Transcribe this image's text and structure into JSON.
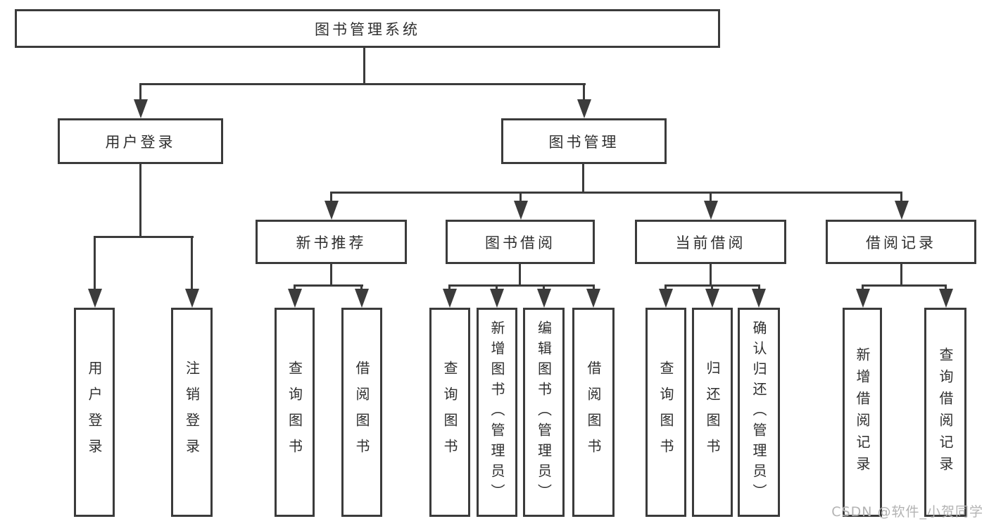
{
  "diagram": {
    "root": "图书管理系统",
    "level2": [
      {
        "label": "用户登录"
      },
      {
        "label": "图书管理"
      }
    ],
    "level3": [
      {
        "label": "新书推荐"
      },
      {
        "label": "图书借阅"
      },
      {
        "label": "当前借阅"
      },
      {
        "label": "借阅记录"
      }
    ],
    "leaves": {
      "userLogin": [
        {
          "label": "用户登录"
        },
        {
          "label": "注销登录"
        }
      ],
      "newBook": [
        {
          "label": "查询图书"
        },
        {
          "label": "借阅图书"
        }
      ],
      "bookBorrow": [
        {
          "label": "查询图书"
        },
        {
          "label": "新增图书（管理员）"
        },
        {
          "label": "编辑图书（管理员）"
        },
        {
          "label": "借阅图书"
        }
      ],
      "currentBorrow": [
        {
          "label": "查询图书"
        },
        {
          "label": "归还图书"
        },
        {
          "label": "确认归还（管理员）"
        }
      ],
      "borrowRecords": [
        {
          "label": "新增借阅记录"
        },
        {
          "label": "查询借阅记录"
        }
      ]
    },
    "watermark": "CSDN @软件_小贺同学",
    "colors": {
      "line": "#3b3b3b",
      "text": "#2f2f2f",
      "watermark": "#b3b3b3",
      "background": "#ffffff"
    }
  }
}
